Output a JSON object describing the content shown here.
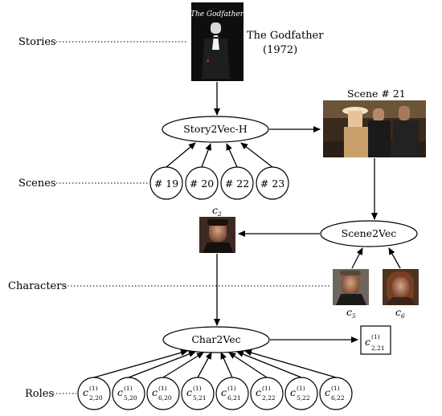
{
  "rows": {
    "stories": "Stories",
    "scenes": "Scenes",
    "characters": "Characters",
    "roles": "Roles"
  },
  "movie": {
    "title": "The Godfather",
    "year": "(1972)",
    "poster_text": "The Godfather"
  },
  "scene_image": {
    "caption": "Scene # 21"
  },
  "nodes": {
    "story2vec": "Story2Vec-H",
    "scene2vec": "Scene2Vec",
    "char2vec": "Char2Vec"
  },
  "scene_ids": [
    "# 19",
    "# 20",
    "# 22",
    "# 23"
  ],
  "characters": {
    "c2": {
      "base": "c",
      "sub": "2"
    },
    "c5": {
      "base": "c",
      "sub": "5"
    },
    "c6": {
      "base": "c",
      "sub": "6"
    }
  },
  "output": {
    "base": "c",
    "sup": "(1)",
    "sub": "2,21"
  },
  "roles": [
    {
      "base": "c",
      "sup": "(1)",
      "sub": "2,20"
    },
    {
      "base": "c",
      "sup": "(1)",
      "sub": "5,20"
    },
    {
      "base": "c",
      "sup": "(1)",
      "sub": "6,20"
    },
    {
      "base": "c",
      "sup": "(1)",
      "sub": "5,21"
    },
    {
      "base": "c",
      "sup": "(1)",
      "sub": "6,21"
    },
    {
      "base": "c",
      "sup": "(1)",
      "sub": "2,22"
    },
    {
      "base": "c",
      "sup": "(1)",
      "sub": "5,22"
    },
    {
      "base": "c",
      "sup": "(1)",
      "sub": "6,22"
    }
  ]
}
